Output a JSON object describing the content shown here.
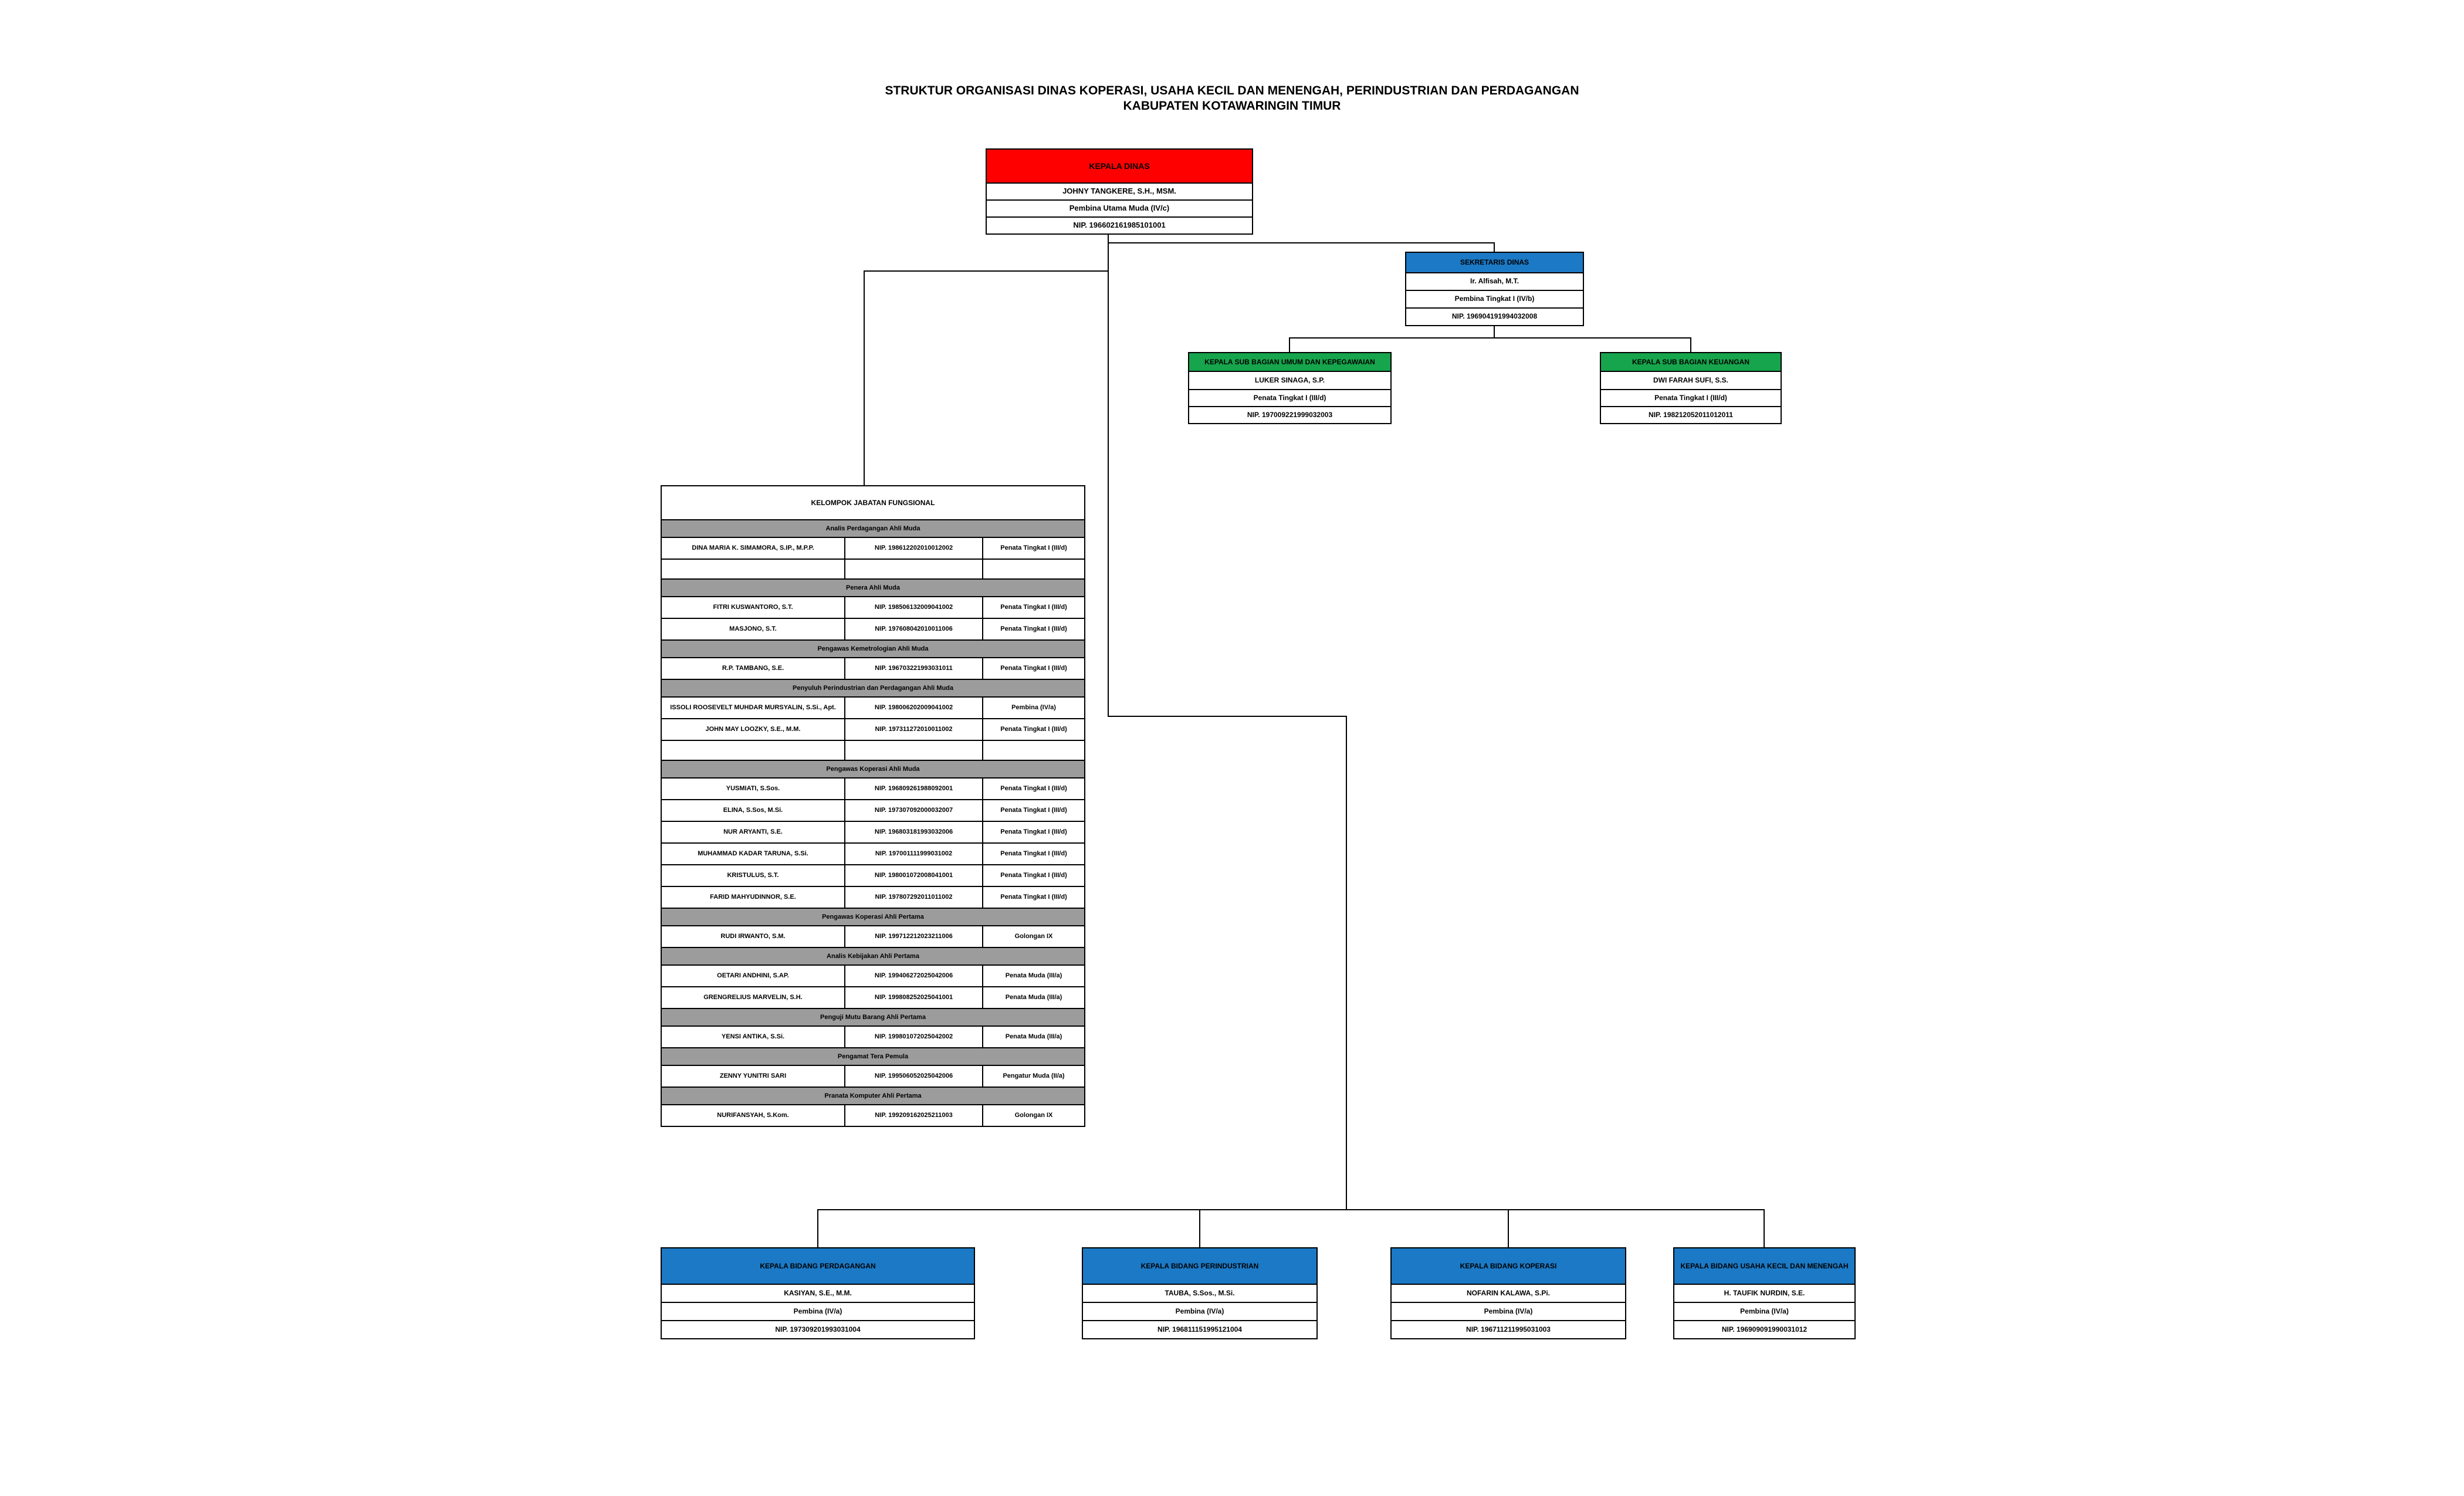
{
  "title": {
    "line1": "STRUKTUR ORGANISASI DINAS KOPERASI, USAHA KECIL DAN MENENGAH, PERINDUSTRIAN DAN PERDAGANGAN",
    "line2": "KABUPATEN KOTAWARINGIN TIMUR"
  },
  "kepala_dinas": {
    "title": "KEPALA DINAS",
    "name": "JOHNY TANGKERE, S.H., MSM.",
    "rank": "Pembina Utama Muda (IV/c)",
    "nip": "NIP. 196602161985101001"
  },
  "sekretaris": {
    "title": "SEKRETARIS DINAS",
    "name": "Ir. Alfisah, M.T.",
    "rank": "Pembina Tingkat I (IV/b)",
    "nip": "NIP. 196904191994032008"
  },
  "sub_umum": {
    "title": "KEPALA SUB BAGIAN UMUM DAN KEPEGAWAIAN",
    "name": "LUKER SINAGA, S.P.",
    "rank": "Penata Tingkat I (III/d)",
    "nip": "NIP. 197009221999032003"
  },
  "sub_keuangan": {
    "title": "KEPALA SUB BAGIAN KEUANGAN",
    "name": "DWI FARAH SUFI, S.S.",
    "rank": "Penata Tingkat I (III/d)",
    "nip": "NIP. 198212052011012011"
  },
  "fungsional": {
    "title": "KELOMPOK JABATAN FUNGSIONAL",
    "rows": [
      {
        "type": "section",
        "label": "Analis Perdagangan Ahli Muda"
      },
      {
        "type": "person",
        "name": "DINA MARIA K. SIMAMORA, S.IP., M.P.P.",
        "nip": "NIP. 198612202010012002",
        "rank": "Penata Tingkat I (III/d)"
      },
      {
        "type": "empty"
      },
      {
        "type": "section",
        "label": "Penera Ahli Muda"
      },
      {
        "type": "person",
        "name": "FITRI KUSWANTORO, S.T.",
        "nip": "NIP. 198506132009041002",
        "rank": "Penata Tingkat I (III/d)"
      },
      {
        "type": "person",
        "name": "MASJONO, S.T.",
        "nip": "NIP. 197608042010011006",
        "rank": "Penata Tingkat I (III/d)"
      },
      {
        "type": "section",
        "label": "Pengawas Kemetrologian Ahli Muda"
      },
      {
        "type": "person",
        "name": "R.P. TAMBANG, S.E.",
        "nip": "NIP. 196703221993031011",
        "rank": "Penata Tingkat I (III/d)"
      },
      {
        "type": "section",
        "label": "Penyuluh Perindustrian dan Perdagangan Ahli Muda"
      },
      {
        "type": "person",
        "name": "ISSOLI ROOSEVELT MUHDAR MURSYALIN, S.Si., Apt.",
        "nip": "NIP. 198006202009041002",
        "rank": "Pembina (IV/a)"
      },
      {
        "type": "person",
        "name": "JOHN MAY LOOZKY, S.E., M.M.",
        "nip": "NIP. 197311272010011002",
        "rank": "Penata Tingkat I (III/d)"
      },
      {
        "type": "empty"
      },
      {
        "type": "section",
        "label": "Pengawas Koperasi Ahli Muda"
      },
      {
        "type": "person",
        "name": "YUSMIATI, S.Sos.",
        "nip": "NIP. 196809261988092001",
        "rank": "Penata Tingkat I (III/d)"
      },
      {
        "type": "person",
        "name": "ELINA, S.Sos, M.Si.",
        "nip": "NIP. 197307092000032007",
        "rank": "Penata Tingkat I (III/d)"
      },
      {
        "type": "person",
        "name": "NUR ARYANTI, S.E.",
        "nip": "NIP. 196803181993032006",
        "rank": "Penata Tingkat I (III/d)"
      },
      {
        "type": "person",
        "name": "MUHAMMAD KADAR TARUNA, S.Si.",
        "nip": "NIP. 197001111999031002",
        "rank": "Penata Tingkat I (III/d)"
      },
      {
        "type": "person",
        "name": "KRISTULUS, S.T.",
        "nip": "NIP. 198001072008041001",
        "rank": "Penata Tingkat I (III/d)"
      },
      {
        "type": "person",
        "name": "FARID MAHYUDINNOR, S.E.",
        "nip": "NIP. 197807292011011002",
        "rank": "Penata Tingkat I (III/d)"
      },
      {
        "type": "section",
        "label": "Pengawas Koperasi Ahli Pertama"
      },
      {
        "type": "person",
        "name": "RUDI IRWANTO, S.M.",
        "nip": "NIP. 199712212023211006",
        "rank": "Golongan IX"
      },
      {
        "type": "section",
        "label": "Analis Kebijakan Ahli Pertama"
      },
      {
        "type": "person",
        "name": "OETARI ANDHINI, S.AP.",
        "nip": "NIP. 199406272025042006",
        "rank": "Penata Muda (III/a)"
      },
      {
        "type": "person",
        "name": "GRENGRELIUS MARVELIN, S.H.",
        "nip": "NIP. 199808252025041001",
        "rank": "Penata Muda (III/a)"
      },
      {
        "type": "section",
        "label": "Penguji Mutu Barang Ahli Pertama"
      },
      {
        "type": "person",
        "name": "YENSI ANTIKA, S.Si.",
        "nip": "NIP. 199801072025042002",
        "rank": "Penata Muda (III/a)"
      },
      {
        "type": "section",
        "label": "Pengamat Tera Pemula"
      },
      {
        "type": "person",
        "name": "ZENNY YUNITRI SARI",
        "nip": "NIP. 199506052025042006",
        "rank": "Pengatur Muda (II/a)"
      },
      {
        "type": "section",
        "label": "Pranata Komputer Ahli Pertama"
      },
      {
        "type": "person",
        "name": "NURIFANSYAH, S.Kom.",
        "nip": "NIP. 199209162025211003",
        "rank": "Golongan IX"
      }
    ]
  },
  "bidang": [
    {
      "title": "KEPALA BIDANG PERDAGANGAN",
      "name": "KASIYAN, S.E., M.M.",
      "rank": "Pembina (IV/a)",
      "nip": "NIP. 197309201993031004"
    },
    {
      "title": "KEPALA BIDANG PERINDUSTRIAN",
      "name": "TAUBA, S.Sos., M.Si.",
      "rank": "Pembina (IV/a)",
      "nip": "NIP. 196811151995121004"
    },
    {
      "title": "KEPALA BIDANG KOPERASI",
      "name": "NOFARIN KALAWA, S.Pi.",
      "rank": "Pembina (IV/a)",
      "nip": "NIP. 196711211995031003"
    },
    {
      "title": "KEPALA BIDANG USAHA KECIL DAN MENENGAH",
      "name": "H. TAUFIK NURDIN, S.E.",
      "rank": "Pembina (IV/a)",
      "nip": "NIP. 196909091990031012"
    }
  ],
  "colors": {
    "red": "#ff0000",
    "blue": "#1b79c5",
    "green": "#16a54c",
    "gray": "#9c9c9c"
  }
}
